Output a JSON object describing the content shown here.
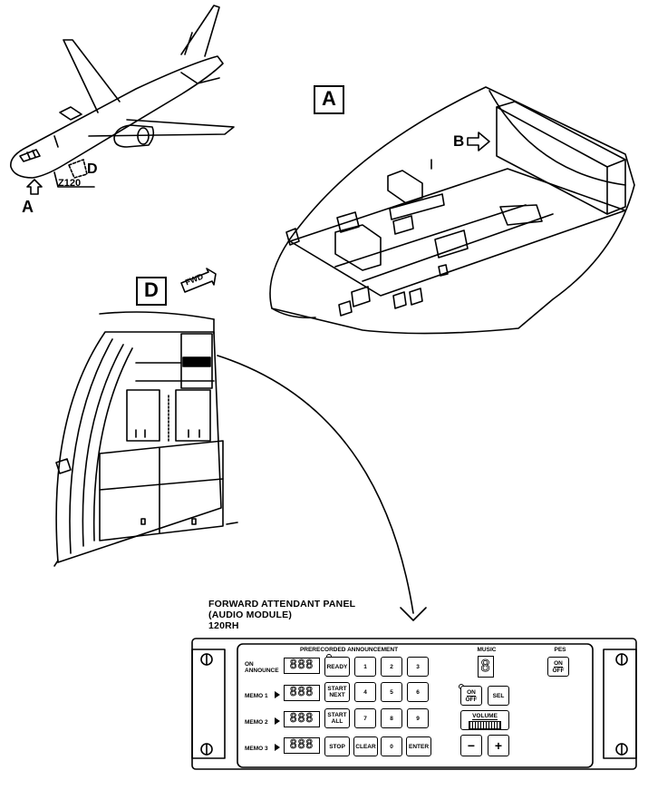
{
  "labels": {
    "view_a": "A",
    "view_d": "D",
    "arrow_a": "A",
    "arrow_b": "B",
    "arrow_d": "D",
    "zone": "Z120",
    "fwd": "FWD"
  },
  "caption": {
    "line1": "FORWARD ATTENDANT PANEL",
    "line2": "(AUDIO MODULE)",
    "line3": "120RH"
  },
  "panel": {
    "section_announce": "PRERECORDED ANNOUNCEMENT",
    "section_music": "MUSIC",
    "section_pes": "PES",
    "row_on_announce_1": "ON",
    "row_on_announce_2": "ANNOUNCE",
    "row_memo1": "MEMO 1",
    "row_memo2": "MEMO 2",
    "row_memo3": "MEMO 3",
    "display_digits": "888",
    "music_digit": "8",
    "key_ready": "READY",
    "key_start_next_1": "START",
    "key_start_next_2": "NEXT",
    "key_start_all_1": "START",
    "key_start_all_2": "ALL",
    "key_stop": "STOP",
    "key_clear": "CLEAR",
    "key_enter": "ENTER",
    "digits": [
      "1",
      "2",
      "3",
      "4",
      "5",
      "6",
      "7",
      "8",
      "9",
      "0"
    ],
    "key_on": "ON",
    "key_off": "OFF",
    "key_sel": "SEL",
    "volume": "VOLUME",
    "key_minus": "−",
    "key_plus": "+",
    "pes_on": "ON",
    "pes_off": "OFF"
  }
}
